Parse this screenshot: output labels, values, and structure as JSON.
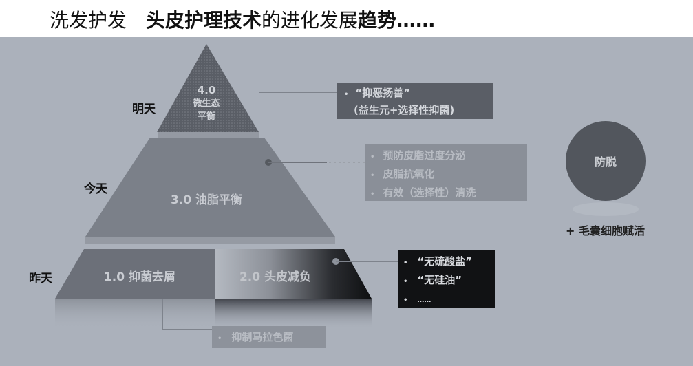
{
  "header": {
    "title_part1": "洗发护发",
    "title_part2": "头皮护理技术",
    "title_part3": "的进化发展",
    "title_part4": "趋势……"
  },
  "pyramid": {
    "levels": [
      {
        "id": "4.0",
        "version": "4.0",
        "name_line1": "微生态",
        "name_line2": "平衡",
        "time_label": "明天"
      },
      {
        "id": "3.0",
        "label": "3.0 油脂平衡",
        "time_label": "今天"
      },
      {
        "id": "1.0",
        "label": "1.0 抑菌去屑",
        "time_label": "昨天"
      },
      {
        "id": "2.0",
        "label": "2.0 头皮减负"
      }
    ]
  },
  "callouts": {
    "level4": {
      "bullet": "•",
      "line1": "“抑恶扬善”",
      "line2": "(益生元+选择性抑菌)"
    },
    "level3": {
      "items": [
        "预防皮脂过度分泌",
        "皮脂抗氧化",
        "有效（选择性）清洗"
      ],
      "bullet": "•"
    },
    "level2": {
      "items": [
        "“无硫酸盐”",
        "“无硅油”",
        "……"
      ],
      "bullet": "•"
    },
    "level1": {
      "items": [
        "抑制马拉色菌"
      ],
      "bullet": "•"
    }
  },
  "circle": {
    "label": "防脱",
    "caption": "+ 毛囊细胞赋活"
  },
  "colors": {
    "background": "#abb1bb",
    "pyramid_top": "#5f636b",
    "pyramid_mid": "#7b8089",
    "level1": "#6c7079",
    "level2_dark": "#121316",
    "box_level4": "#5a5e66",
    "box_level3": "#8a8f98",
    "box_level2": "#111214",
    "box_level1": "#8d929b",
    "circle": "#52565d"
  }
}
